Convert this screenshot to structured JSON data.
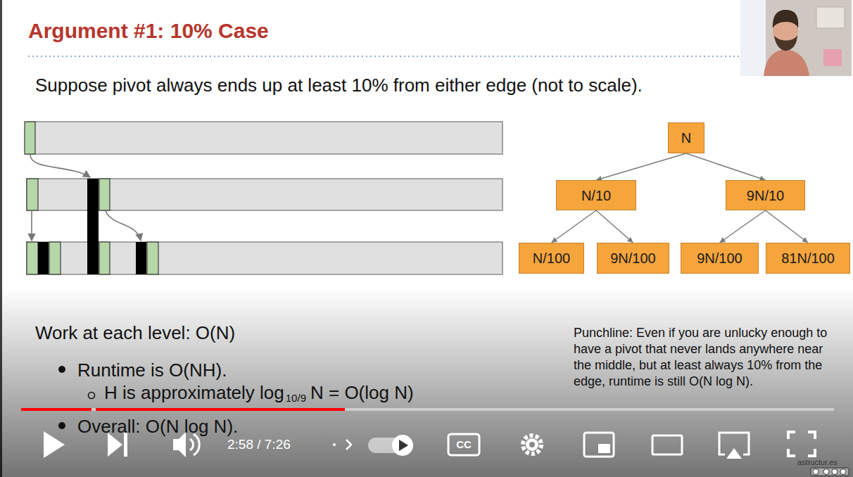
{
  "diagram": {
    "title": "Argument #1: 10% Case",
    "nodes": [
      {
        "text": [
          "N"
        ]
      },
      {
        "text": [
          "N/10"
        ]
      },
      {
        "text": [
          "9N/10"
        ]
      },
      {
        "text": [
          "N/100"
        ]
      },
      {
        "text": [
          "9N/100"
        ]
      },
      {
        "text": [
          "9N/100"
        ]
      },
      {
        "text": [
          "81N/100"
        ]
      }
    ],
    "edges": [
      {
        "from": 0,
        "to": 1,
        "arrow": "to"
      },
      {
        "from": 0,
        "to": 2,
        "arrow": "to"
      },
      {
        "from": 1,
        "to": 3,
        "arrow": "to"
      },
      {
        "from": 1,
        "to": 4,
        "arrow": "to"
      },
      {
        "from": 2,
        "to": 5,
        "arrow": "to"
      },
      {
        "from": 2,
        "to": 6,
        "arrow": "to"
      }
    ],
    "labels": [
      "Suppose pivot always ends up at least 10% from either edge (not to scale).",
      "Work at each level: O(N)",
      "Runtime is O(NH).",
      "H is approximately log",
      "10/9",
      "N = O(log N)",
      "Overall: O(N log N).",
      "Punchline: Even if you are unlucky enough to have a pivot that never lands anywhere near the middle, but at least always 10% from the edge, runtime is still O(N log N).",
      "2:58 / 7:26",
      "CC",
      "astructur.es"
    ]
  }
}
